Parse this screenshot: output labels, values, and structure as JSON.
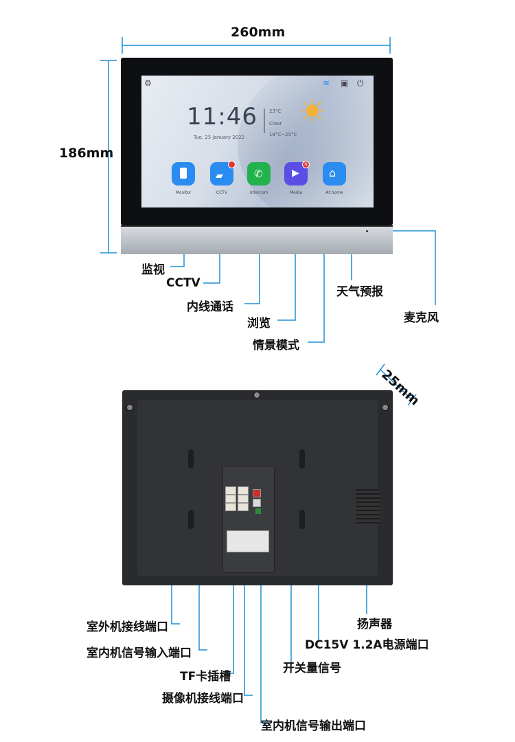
{
  "dimensions": {
    "width": "260mm",
    "height": "186mm",
    "depth": "25mm"
  },
  "screen": {
    "time": "11:46",
    "date": "Tue, 25 January 2022",
    "weather": {
      "temp": "23°C",
      "condition": "Clear",
      "range": "18°C~25°C"
    },
    "apps": [
      {
        "label": "Monitor",
        "color": "#2a8cf0"
      },
      {
        "label": "CCTV",
        "color": "#2a8cf0"
      },
      {
        "label": "Intercom",
        "color": "#22b24c"
      },
      {
        "label": "Media",
        "color": "#5a4ee6"
      },
      {
        "label": "At home",
        "color": "#2a8cf0"
      }
    ],
    "badge_media": "N"
  },
  "front_labels": {
    "monitor": "监视",
    "cctv": "CCTV",
    "intercom": "内线通话",
    "browse": "浏览",
    "scene": "情景模式",
    "weather": "天气预报",
    "mic": "麦克风"
  },
  "back_labels": {
    "outdoor_port": "室外机接线端口",
    "indoor_in": "室内机信号输入端口",
    "tf_slot": "TF卡插槽",
    "camera_port": "摄像机接线端口",
    "indoor_out": "室内机信号输出端口",
    "speaker": "扬声器",
    "power": "DC15V 1.2A电源端口",
    "switch": "开关量信号"
  },
  "colors": {
    "leader": "#1e8ed6"
  }
}
